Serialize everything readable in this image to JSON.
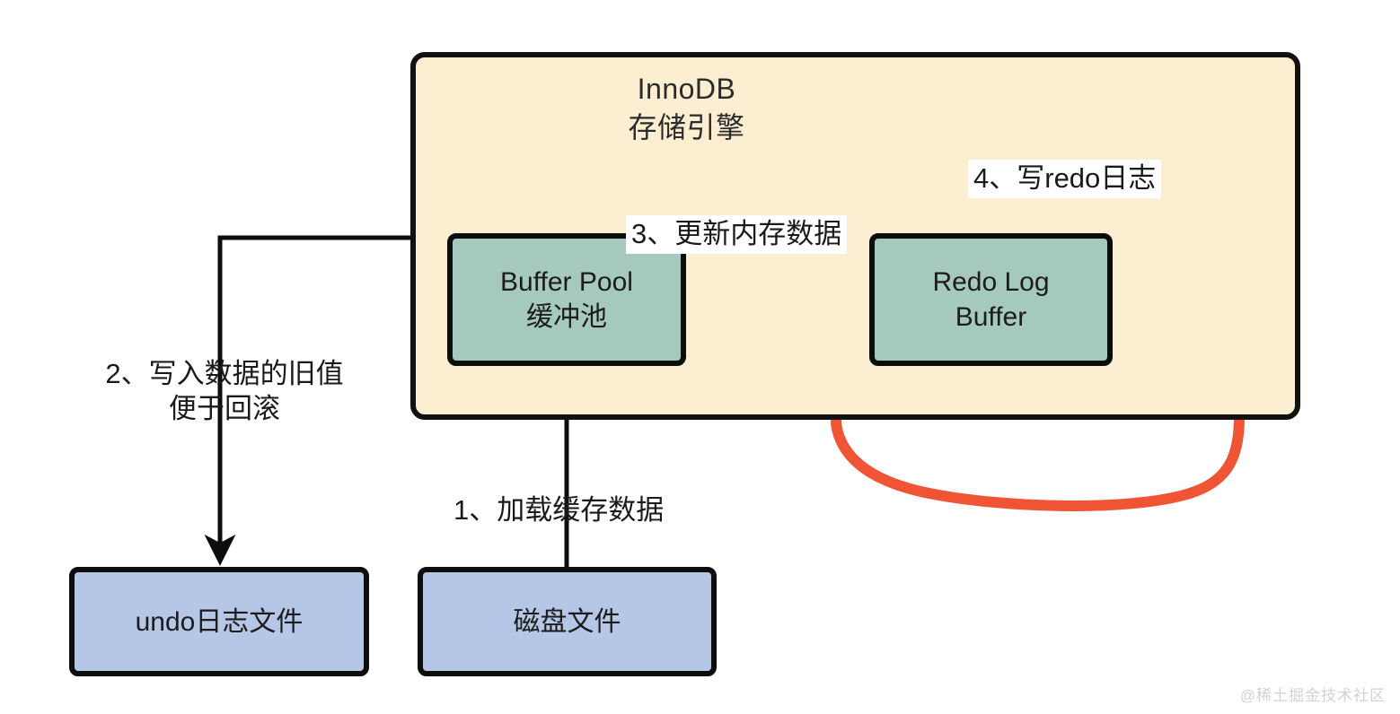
{
  "diagram": {
    "title_en": "InnoDB",
    "title_cn": "存储引擎",
    "nodes": {
      "buffer_pool": {
        "line1": "Buffer Pool",
        "line2": "缓冲池"
      },
      "redo_log_buffer": {
        "line1": "Redo Log",
        "line2": "Buffer"
      },
      "undo_file": {
        "label": "undo日志文件"
      },
      "disk_file": {
        "label": "磁盘文件"
      }
    },
    "edge_labels": {
      "step1": "1、加载缓存数据",
      "step2_line1": "2、写入数据的旧值",
      "step2_line2": "便于回滚",
      "step3": "3、更新内存数据",
      "step4": "4、写redo日志"
    },
    "annotation": {
      "type": "hand-drawn-circle",
      "color": "#ef5434",
      "targets": [
        "redo_log_buffer",
        "step4"
      ]
    },
    "colors": {
      "container_fill": "#fbeed1",
      "memory_fill": "#a6c9bf",
      "file_fill": "#b6c6e6",
      "stroke": "#0d0d0d",
      "annotation": "#ef5434"
    },
    "watermark": "@稀土掘金技术社区"
  }
}
